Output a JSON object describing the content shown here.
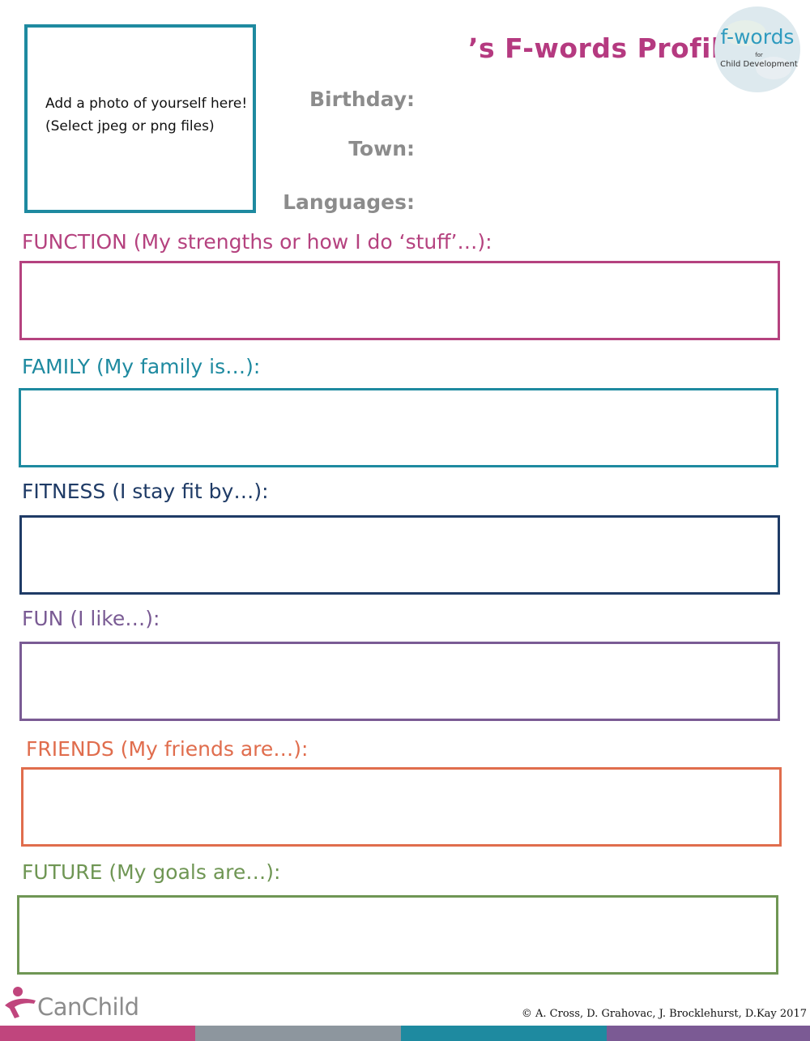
{
  "photo": {
    "line1": "Add a photo of yourself here!",
    "line2": "(Select jpeg or png files)"
  },
  "title": "’s F-words Profile",
  "logo": {
    "word": "f-words",
    "for": "for",
    "subtitle": "Child Development"
  },
  "info": {
    "birthday": "Birthday:",
    "town": "Town:",
    "languages": "Languages:"
  },
  "sections": {
    "function": {
      "label": "FUNCTION (My strengths or how I do ‘stuff’…):",
      "color": "#b5427f"
    },
    "family": {
      "label": "FAMILY (My family is…):",
      "color": "#1e8aa0"
    },
    "fitness": {
      "label": "FITNESS (I stay fit by…):",
      "color": "#1f3b66"
    },
    "fun": {
      "label": "FUN (I like…):",
      "color": "#7a5b94"
    },
    "friends": {
      "label": "FRIENDS (My friends are…):",
      "color": "#e06d4d"
    },
    "future": {
      "label": "FUTURE (My goals are…):",
      "color": "#6f9654"
    }
  },
  "footer": {
    "brand": "CanChild",
    "copyright": "© A. Cross, D. Grahovac, J. Brocklehurst, D.Kay 2017",
    "bar_colors": [
      "#c0457d",
      "#8d969e",
      "#1e8aa0",
      "#7b5a94"
    ]
  }
}
